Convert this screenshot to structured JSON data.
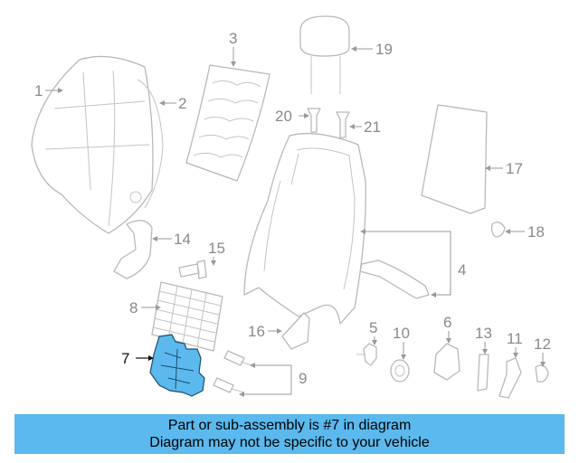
{
  "callouts": {
    "c1": "1",
    "c2": "2",
    "c3": "3",
    "c4": "4",
    "c5": "5",
    "c6": "6",
    "c7": "7",
    "c8": "8",
    "c9": "9",
    "c10": "10",
    "c11": "11",
    "c12": "12",
    "c13": "13",
    "c14": "14",
    "c15": "15",
    "c16": "16",
    "c17": "17",
    "c18": "18",
    "c19": "19",
    "c20": "20",
    "c21": "21"
  },
  "highlighted_callout": "7",
  "colors": {
    "highlight": "#5bb9ee",
    "banner": "#5bb9ee",
    "line": "#b9b9b9"
  },
  "banner": {
    "line1": "Part or sub-assembly is #7 in diagram",
    "line2": "Diagram may not be specific to your vehicle"
  }
}
